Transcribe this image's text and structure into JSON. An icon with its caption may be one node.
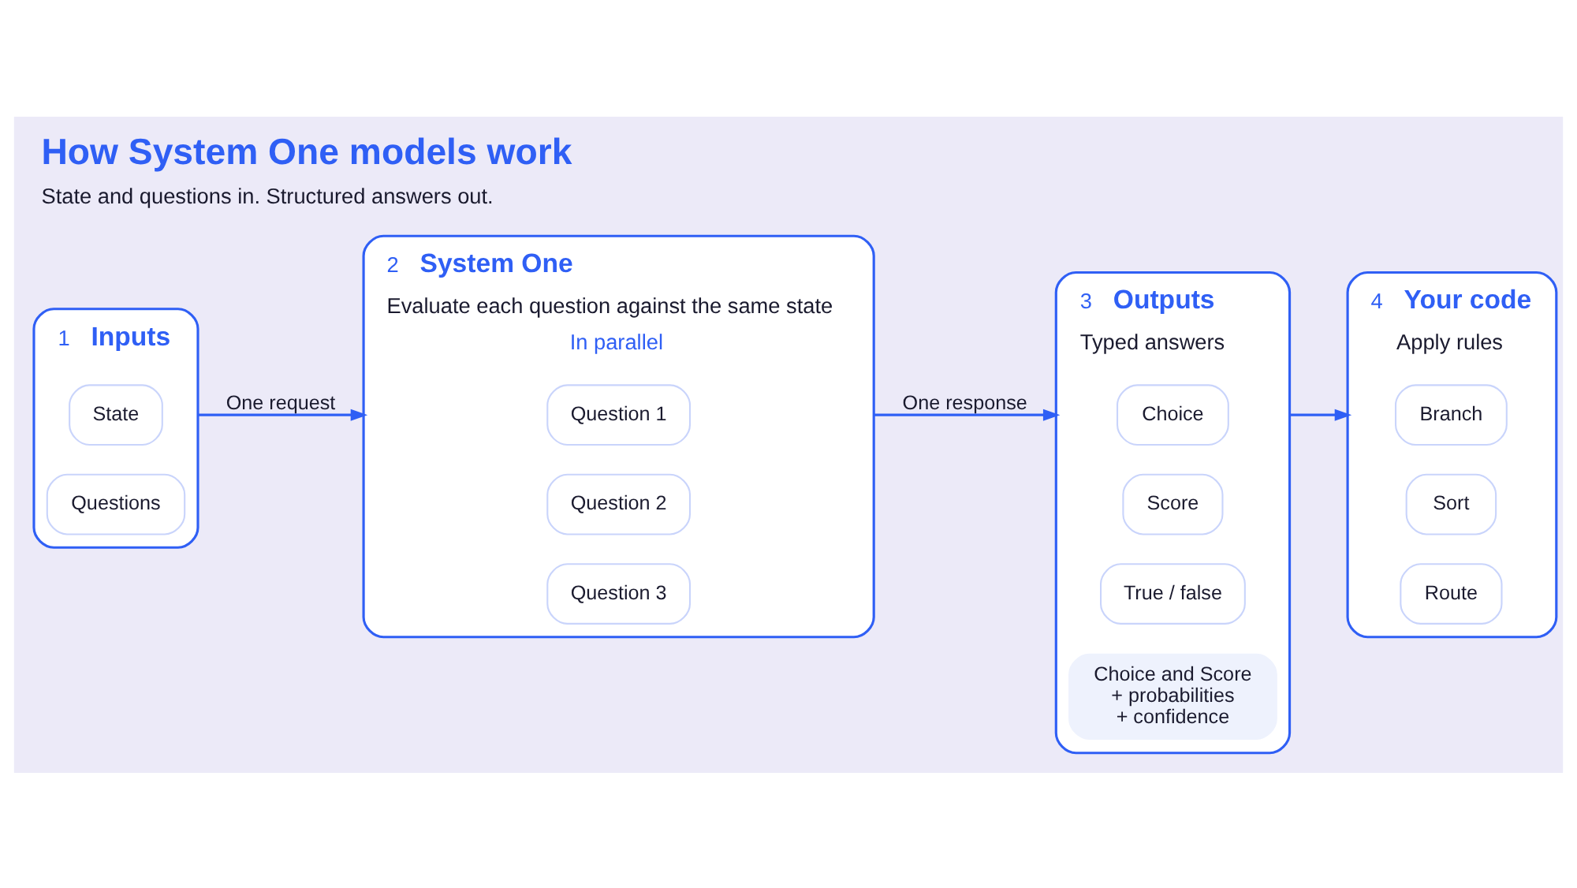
{
  "diagram": {
    "title": "How System One models work",
    "caption": "State and questions in. Structured answers out.",
    "nodes": [
      {
        "text": [
          "1",
          "Inputs"
        ]
      },
      {
        "text": [
          "State"
        ],
        "in": 0
      },
      {
        "text": [
          "Questions"
        ],
        "in": 0
      },
      {
        "text": [
          "2",
          "System One",
          "Evaluate each question against the same state",
          "In parallel"
        ]
      },
      {
        "text": [
          "Question 1"
        ],
        "in": 3
      },
      {
        "text": [
          "Question 2"
        ],
        "in": 3
      },
      {
        "text": [
          "Question 3"
        ],
        "in": 3
      },
      {
        "text": [
          "3",
          "Outputs",
          "Typed answers"
        ]
      },
      {
        "text": [
          "Choice"
        ],
        "in": 7
      },
      {
        "text": [
          "Score"
        ],
        "in": 7
      },
      {
        "text": [
          "True / false"
        ],
        "in": 7
      },
      {
        "text": [
          "Choice and Score",
          "+ probabilities",
          "+ confidence"
        ],
        "in": 7
      },
      {
        "text": [
          "4",
          "Your code",
          "Apply rules"
        ]
      },
      {
        "text": [
          "Branch"
        ],
        "in": 12
      },
      {
        "text": [
          "Sort"
        ],
        "in": 12
      },
      {
        "text": [
          "Route"
        ],
        "in": 12
      }
    ],
    "edges": [
      {
        "from": 0,
        "to": 3,
        "label": "One request",
        "arrow": "to"
      },
      {
        "from": 3,
        "to": 7,
        "label": "One response",
        "arrow": "to"
      },
      {
        "from": 7,
        "to": 12,
        "arrow": "to"
      }
    ]
  }
}
